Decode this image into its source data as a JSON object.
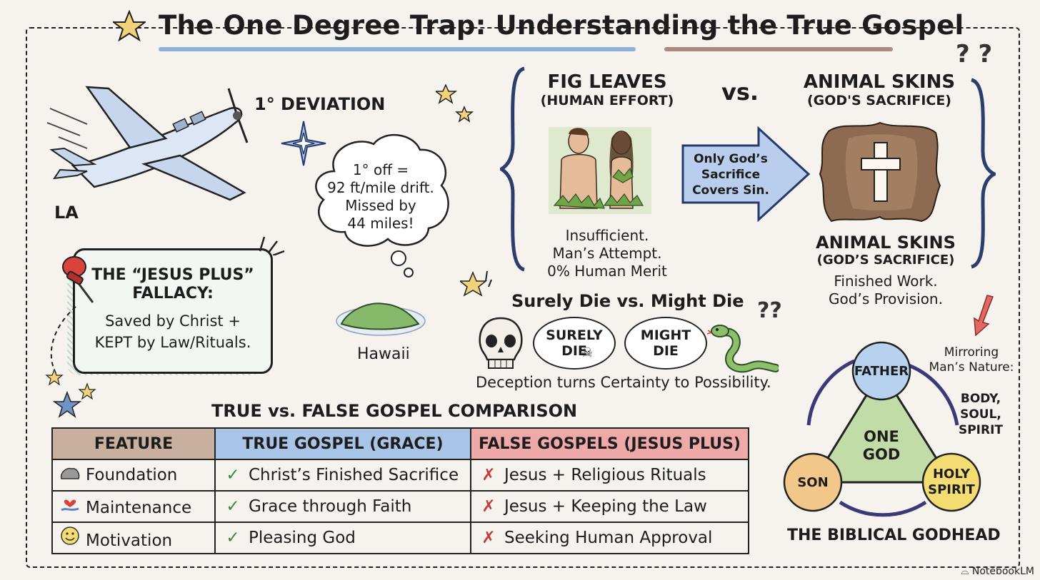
{
  "title": "The One Degree Trap: Understanding the True Gospel",
  "plane": {
    "heading": "1° DEVIATION",
    "origin": "LA",
    "destination": "Hawaii",
    "thought": [
      "1° off =",
      "92 ft/mile drift.",
      "Missed by",
      "44 miles!"
    ]
  },
  "fallacy": {
    "title_line1": "THE “JESUS PLUS”",
    "title_line2": "FALLACY:",
    "body_line1": "Saved by Christ +",
    "body_line2": "KEPT by Law/Rituals."
  },
  "fig": {
    "title": "FIG LEAVES",
    "subtitle": "(HUMAN EFFORT)",
    "captions": [
      "Insufficient.",
      "Man’s Attempt.",
      "0% Human Merit"
    ]
  },
  "versus": "vs.",
  "arrow_text": [
    "Only God’s",
    "Sacrifice",
    "Covers Sin."
  ],
  "skins": {
    "title": "ANIMAL SKINS",
    "subtitle": "(GOD'S SACRIFICE)",
    "title2": "ANIMAL SKINS",
    "subtitle2": "(GOD’S SACRIFICE)",
    "captions": [
      "Finished Work.",
      "God’s Provision."
    ]
  },
  "die": {
    "heading": "Surely Die vs. Might Die",
    "surely": [
      "SURELY",
      "DIE"
    ],
    "might": [
      "MIGHT",
      "DIE"
    ],
    "caption": "Deception turns Certainty to Possibility."
  },
  "comparison": {
    "heading": "TRUE vs. FALSE GOSPEL COMPARISON",
    "headers": [
      "FEATURE",
      "TRUE GOSPEL (GRACE)",
      "FALSE GOSPELS (JESUS PLUS)"
    ],
    "rows": [
      {
        "feature": "Foundation",
        "icon": "rock-icon",
        "true": "Christ’s Finished Sacrifice",
        "false": "Jesus + Religious Rituals"
      },
      {
        "feature": "Maintenance",
        "icon": "heart-hand-icon",
        "true": "Grace through Faith",
        "false": "Jesus + Keeping the Law"
      },
      {
        "feature": "Motivation",
        "icon": "smiley-icon",
        "true": "Pleasing God",
        "false": "Seeking Human Approval"
      }
    ]
  },
  "godhead": {
    "father": "FATHER",
    "son": "SON",
    "spirit": [
      "HOLY",
      "SPIRIT"
    ],
    "center": [
      "ONE",
      "GOD"
    ],
    "title": "THE BIBLICAL GODHEAD",
    "note": [
      "Mirroring",
      "Man’s Nature:"
    ],
    "nature": [
      "BODY,",
      "SOUL,",
      "SPIRIT"
    ]
  },
  "brand": "NotebookLM",
  "colors": {
    "blue": "#a8c4e6",
    "red": "#f0a9a9",
    "brown": "#c9b09e",
    "green": "#9ec48a",
    "yellow": "#f3dd72",
    "orange": "#f2c88a"
  }
}
